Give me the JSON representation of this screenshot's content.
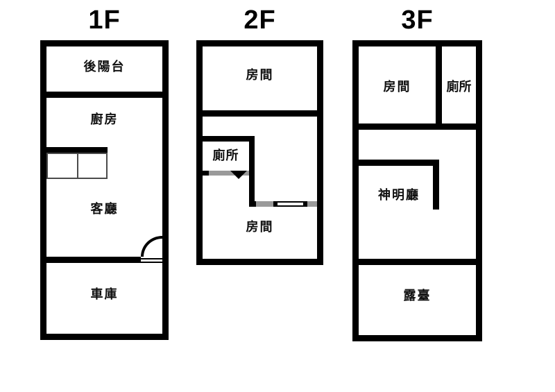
{
  "page": {
    "background": "#ffffff"
  },
  "colors": {
    "wall": "#000000",
    "label": "#111111",
    "door_gray": "#9a9a9a",
    "counter_line": "#4a4a4a"
  },
  "floors": [
    {
      "title": "1F",
      "rooms": [
        {
          "label": "後陽台"
        },
        {
          "label": "廚房"
        },
        {
          "label": "客廳"
        },
        {
          "label": "車庫"
        }
      ]
    },
    {
      "title": "2F",
      "rooms": [
        {
          "label": "房間"
        },
        {
          "label": "廁所"
        },
        {
          "label": "房間"
        }
      ]
    },
    {
      "title": "3F",
      "rooms": [
        {
          "label": "房間"
        },
        {
          "label": "廁所"
        },
        {
          "label": "神明廳"
        },
        {
          "label": "露臺"
        }
      ]
    }
  ]
}
